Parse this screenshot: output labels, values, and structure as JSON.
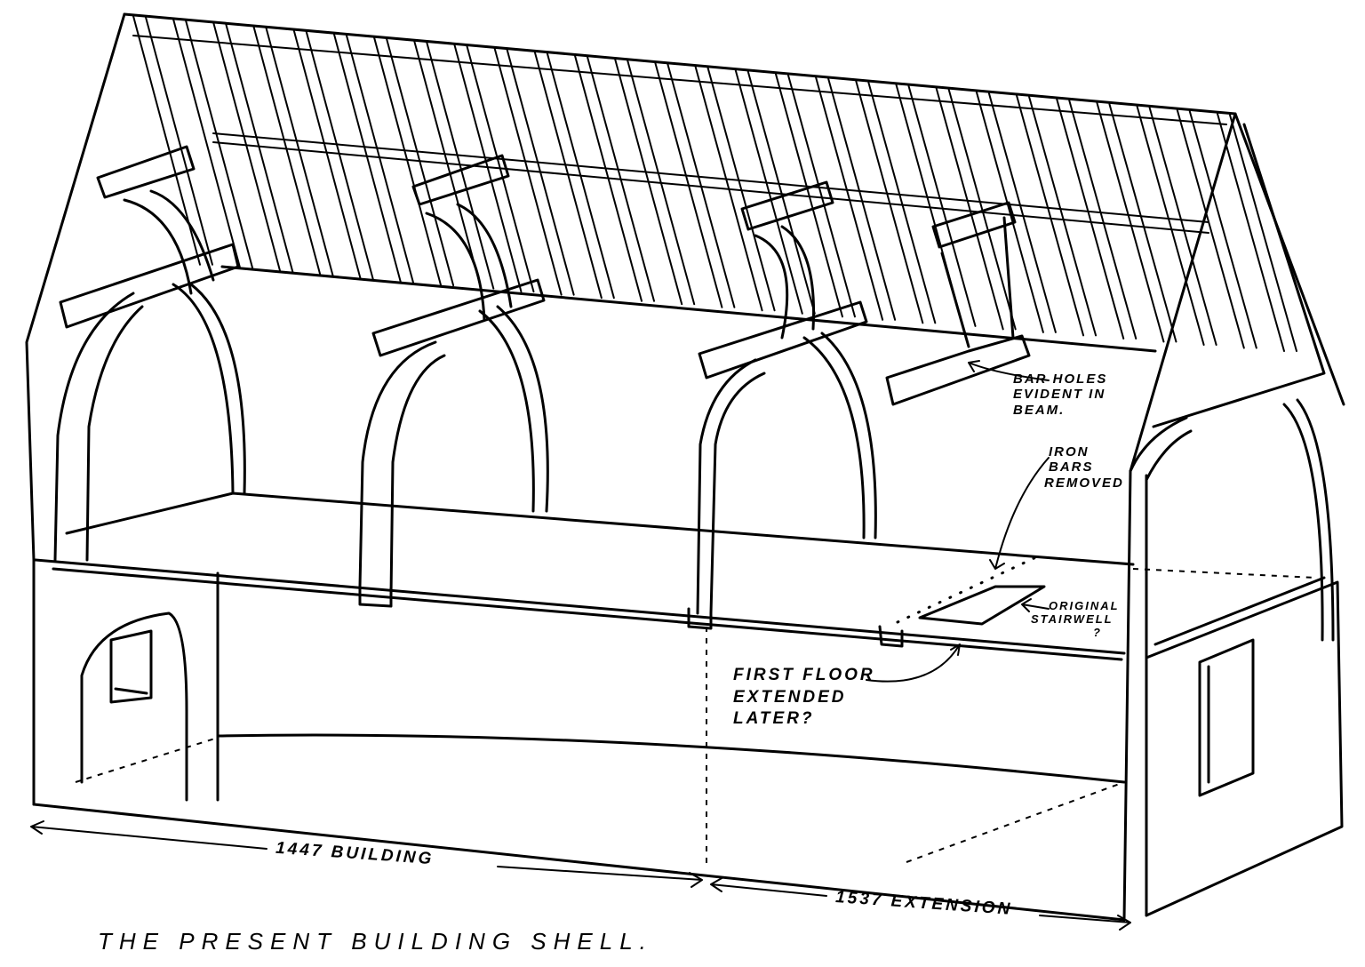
{
  "title": "The present building shell.",
  "annotations": {
    "bar_holes": [
      "Bar holes",
      "evident in",
      "beam."
    ],
    "iron_bars": [
      "Iron",
      "bars",
      "removed"
    ],
    "stairwell": [
      "Original",
      "stairwell",
      "?"
    ],
    "first_floor": [
      "First floor",
      "extended",
      "later?"
    ]
  },
  "dimensions": {
    "original": "1447 building",
    "extension": "1537 extension"
  }
}
